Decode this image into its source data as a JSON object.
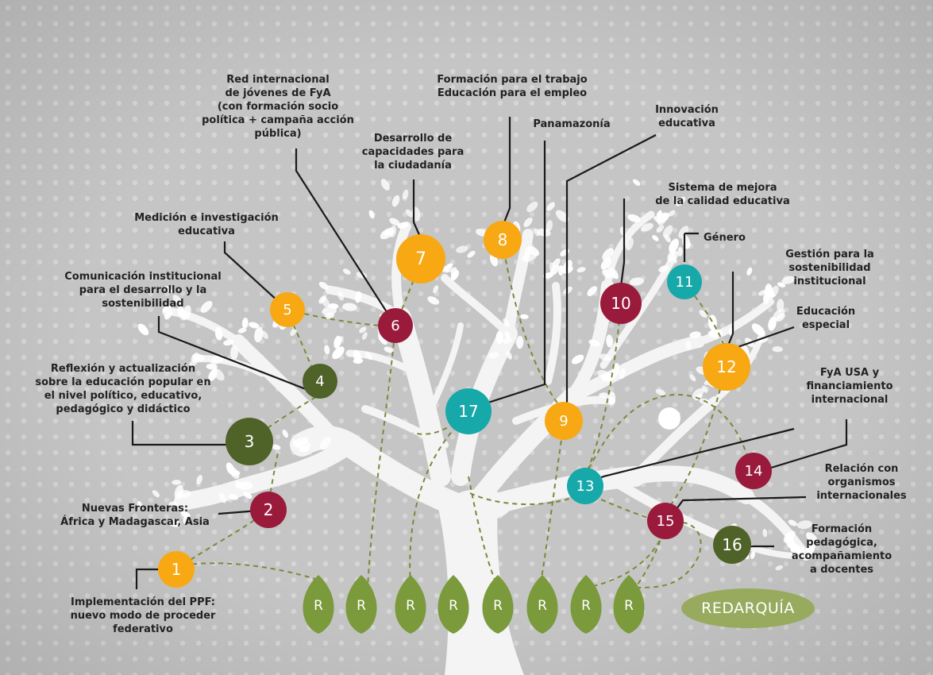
{
  "colors": {
    "background": "#c5c5c5",
    "tree": "#f4f4f4",
    "orange": "#f7a812",
    "crimson": "#9a1a3c",
    "teal": "#17a8aa",
    "olive": "#4f6228",
    "leaf": "#7a9a3c",
    "dash": "#7a8a3a",
    "leader": "#1a1a1a"
  },
  "logo": {
    "text": "REDARQUÍA",
    "color": "#98aa5e"
  },
  "leaf_letter": "R",
  "nodes": [
    {
      "id": "1",
      "color": "orange"
    },
    {
      "id": "2",
      "color": "crimson"
    },
    {
      "id": "3",
      "color": "olive"
    },
    {
      "id": "4",
      "color": "olive"
    },
    {
      "id": "5",
      "color": "orange"
    },
    {
      "id": "6",
      "color": "crimson"
    },
    {
      "id": "7",
      "color": "orange"
    },
    {
      "id": "8",
      "color": "orange"
    },
    {
      "id": "9",
      "color": "orange"
    },
    {
      "id": "10",
      "color": "crimson"
    },
    {
      "id": "11",
      "color": "teal"
    },
    {
      "id": "12",
      "color": "orange"
    },
    {
      "id": "13",
      "color": "teal"
    },
    {
      "id": "14",
      "color": "crimson"
    },
    {
      "id": "15",
      "color": "crimson"
    },
    {
      "id": "16",
      "color": "olive"
    },
    {
      "id": "17",
      "color": "teal"
    }
  ],
  "labels": {
    "1": "Implementación del PPF:\nnuevo modo de proceder\nfederativo",
    "2": "Nuevas Fronteras:\nÁfrica y Madagascar, Asia",
    "3": "Reflexión y actualización\nsobre la educación popular en\nel nivel político, educativo,\npedagógico y didáctico",
    "4": "Comunicación institucional\npara el desarrollo y la\nsostenibilidad",
    "5": "Medición e investigación\neducativa",
    "6": "Red internacional\nde jóvenes de FyA\n(con formación socio\npolítica + campaña acción\npública)",
    "7": "Desarrollo de\ncapacidades para\nla ciudadanía",
    "8": "Formación para el trabajo\nEducación para el empleo",
    "9": "Innovación\neducativa",
    "10": "Sistema de mejora\nde la calidad educativa",
    "11": "Género",
    "12": "Gestión para la\nsostenibilidad\ninstitucional",
    "13": "FyA USA y\nfinanciamiento\ninternacional",
    "14": "Educación\nespecial",
    "15": "Relación con\norganismos\ninternacionales",
    "16": "Formación\npedagógica,\nacompañamiento\na docentes",
    "17": "Panamazonía"
  }
}
